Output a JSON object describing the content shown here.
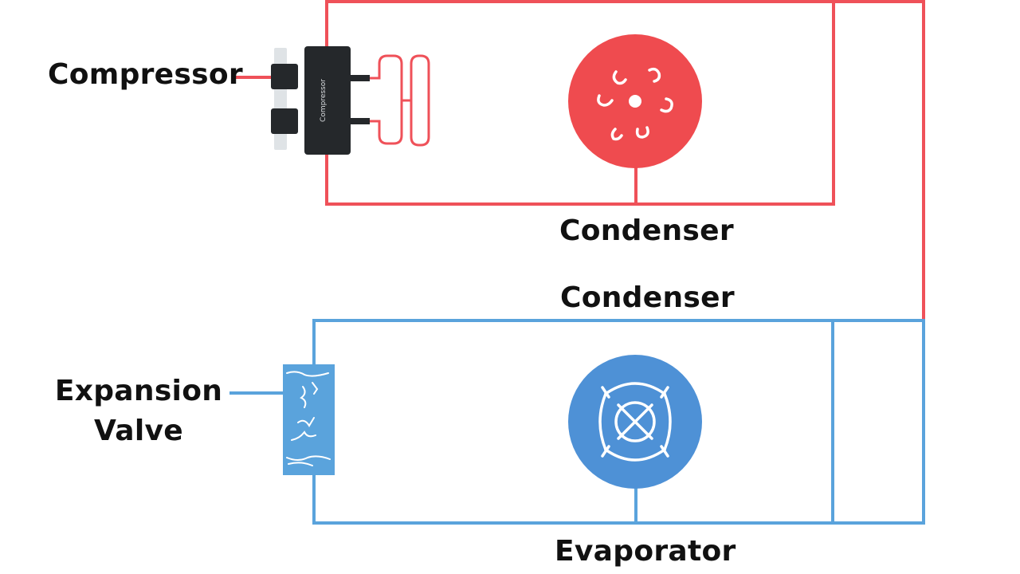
{
  "labels": {
    "compressor": "Compressor",
    "condenser_top": "Condenser",
    "condenser_mid": "Condenser",
    "evaporator": "Evaporator",
    "expansion_line1": "Expansion",
    "expansion_line2": "Valve"
  },
  "compressor_body_text": "Compressor",
  "colors": {
    "hot_line": "#ef5159",
    "cold_line": "#5aa3dc",
    "condenser_fan": "#ef4b4f",
    "evaporator_fan": "#4e91d6",
    "compressor_body": "#25282b",
    "text": "#111111"
  },
  "icons": {
    "compressor": "compressor-icon",
    "condenser_fan": "fan-icon",
    "evaporator_fan": "fan-icon",
    "expansion_valve": "valve-icon"
  }
}
